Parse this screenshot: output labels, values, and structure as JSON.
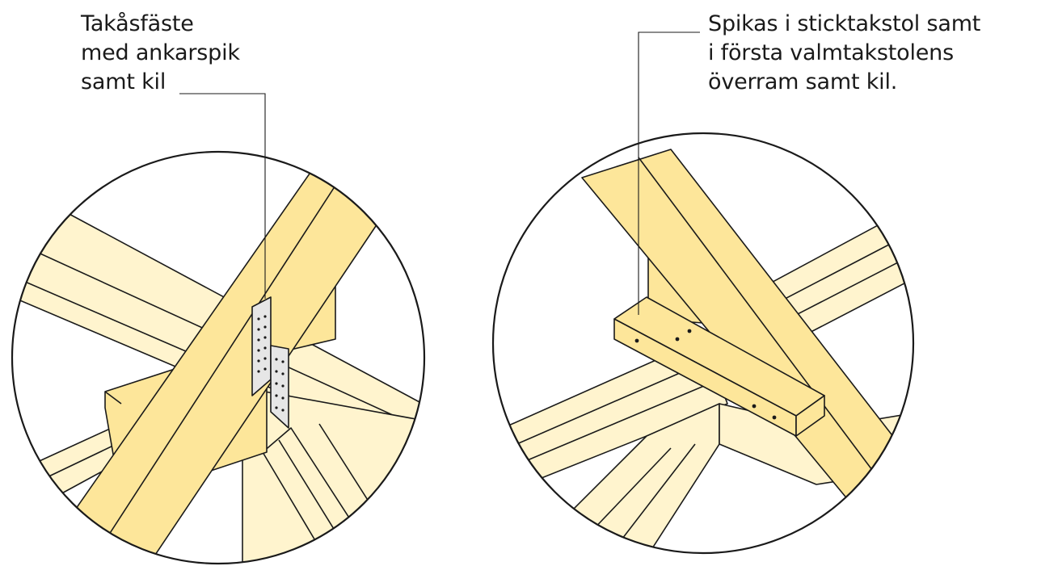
{
  "callouts": {
    "left": {
      "lines": [
        "Takåsfäste",
        "med ankarspik",
        "samt kil"
      ]
    },
    "right": {
      "lines": [
        "Spikas i sticktakstol samt",
        "i första valmtakstolens",
        "överram samt kil."
      ]
    }
  },
  "colors": {
    "timber_dark": "#FDE69A",
    "timber_light": "#FFF4CE",
    "bracket": "#E6E6E6",
    "line": "#1a1a1a",
    "background": "#FFFFFF"
  }
}
